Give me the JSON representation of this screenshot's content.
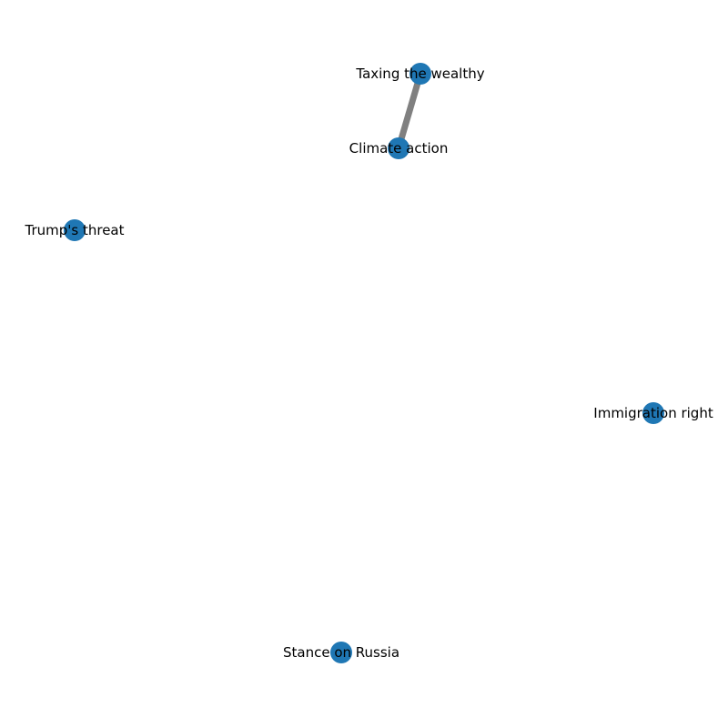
{
  "graph": {
    "node_color": "#1f77b4",
    "edge_color": "#808080",
    "nodes": [
      {
        "id": "taxing",
        "label": "Taxing the wealthy"
      },
      {
        "id": "climate",
        "label": "Climate action"
      },
      {
        "id": "trump",
        "label": "Trump's threat"
      },
      {
        "id": "immigration",
        "label": "Immigration right"
      },
      {
        "id": "russia",
        "label": "Stance on Russia"
      }
    ],
    "edges": [
      {
        "source": "taxing",
        "target": "climate"
      }
    ]
  }
}
